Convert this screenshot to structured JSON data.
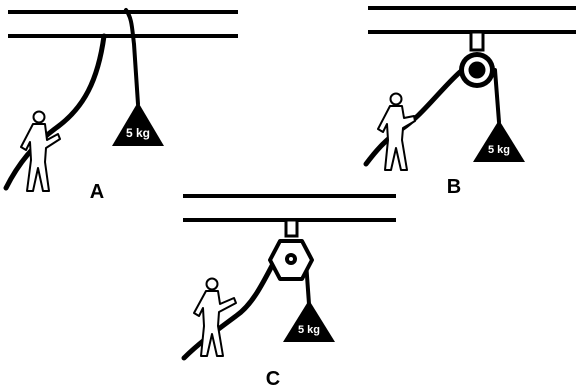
{
  "panels": [
    {
      "id": "A",
      "label": "A",
      "mass_label": "5 kg",
      "pulley": "none"
    },
    {
      "id": "B",
      "label": "B",
      "mass_label": "5 kg",
      "pulley": "round"
    },
    {
      "id": "C",
      "label": "C",
      "mass_label": "5 kg",
      "pulley": "hexagonal"
    }
  ],
  "colors": {
    "ink": "#000000",
    "paper": "#ffffff"
  }
}
